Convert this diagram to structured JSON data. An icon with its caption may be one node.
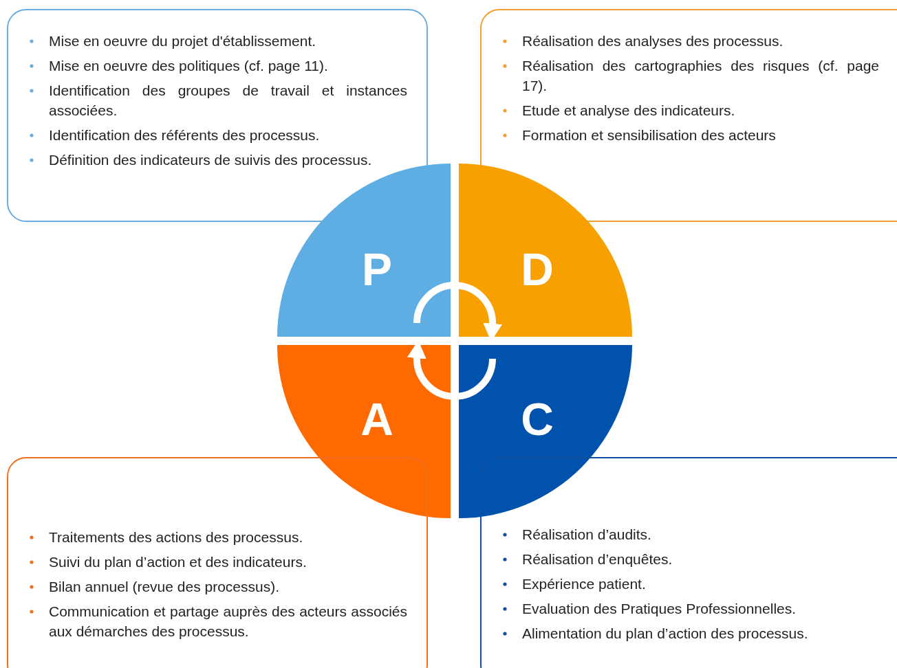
{
  "diagram": {
    "nodes": [
      {
        "text": [
          "Mise en oeuvre du projet d'établissement.",
          "Mise en oeuvre des politiques (cf. page 11).",
          "Identification des groupes de travail et instances associées.",
          "Identification des référents des processus.",
          "Définition des indicateurs de suivis des processus."
        ]
      },
      {
        "text": [
          "Réalisation des analyses des processus.",
          "Réalisation des cartographies des risques (cf. page 17).",
          "Etude et analyse des indicateurs.",
          "Formation et sensibilisation des acteurs"
        ]
      },
      {
        "text": [
          "P"
        ]
      },
      {
        "text": [
          "D"
        ]
      },
      {
        "text": [
          "A"
        ]
      },
      {
        "text": [
          "C"
        ]
      },
      {
        "text": [
          "Traitements des actions des processus.",
          "Suivi du plan d’action et des indicateurs.",
          "Bilan annuel (revue des processus).",
          "Communication et partage auprès des acteurs associés aux démarches des processus."
        ]
      },
      {
        "text": [
          "Réalisation d’audits.",
          "Réalisation d’enquêtes.",
          "Expérience patient.",
          "Evaluation des Pratiques Professionnelles.",
          "Alimentation du plan d’action des processus."
        ]
      }
    ],
    "edges": [
      {
        "from": 2,
        "to": 3,
        "arrow": "to"
      },
      {
        "from": 5,
        "to": 4,
        "arrow": "to"
      }
    ]
  }
}
